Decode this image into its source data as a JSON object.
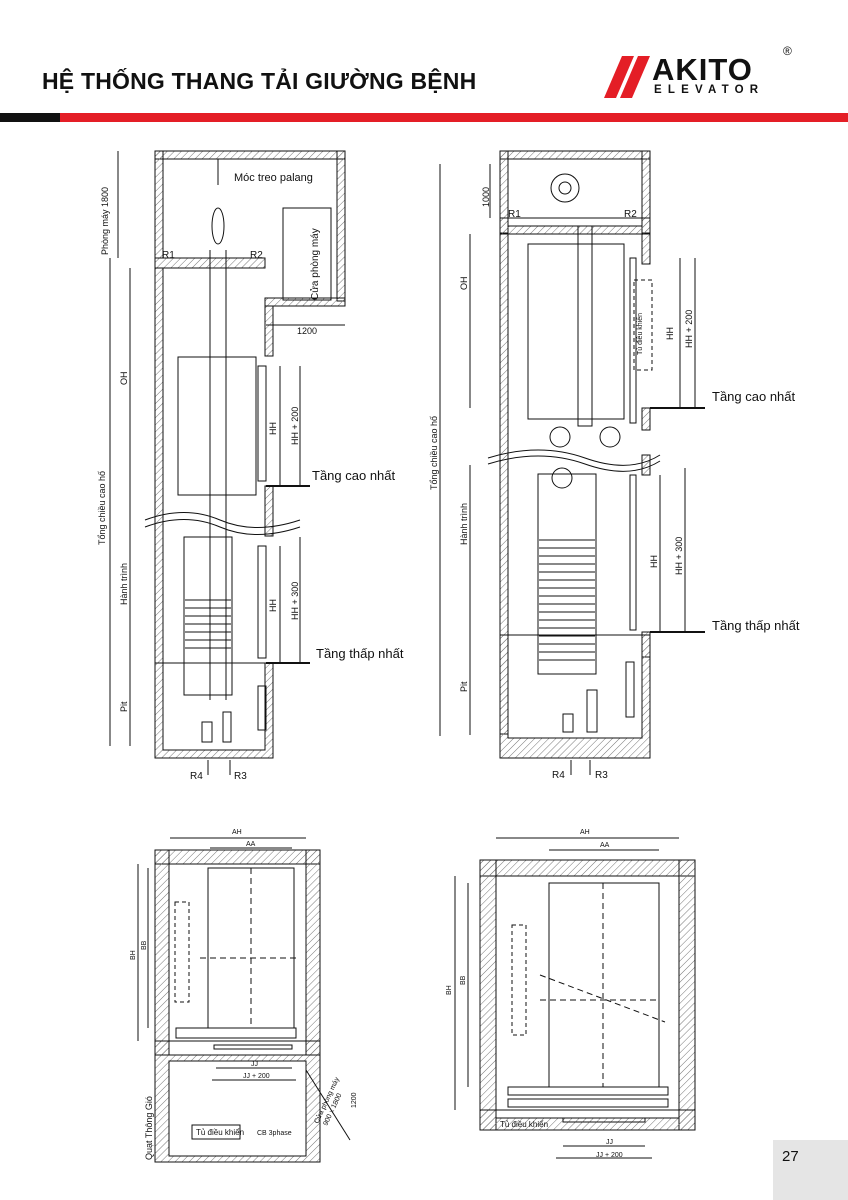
{
  "header": {
    "title": "HỆ THỐNG THANG TẢI GIƯỜNG BỆNH",
    "logo_word": "AKITO",
    "logo_sub": "ELEVATOR",
    "logo_mark": "®"
  },
  "colors": {
    "accent": "#e41e26",
    "ink": "#111111",
    "tab": "#e5e5e5"
  },
  "elevation_left": {
    "hook_label": "Móc treo palang",
    "machine_room_height": "Phòng máy 1800",
    "machine_room_door": "Cửa phòng máy",
    "door_width": "1200",
    "r1": "R1",
    "r2": "R2",
    "oh": "OH",
    "hh": "HH",
    "hh200": "HH + 200",
    "hh300": "HH + 300",
    "top_floor": "Tầng cao nhất",
    "bottom_floor": "Tầng thấp nhất",
    "total_height": "Tổng chiều cao hố",
    "travel": "Hành trình",
    "pit": "Pit",
    "r3": "R3",
    "r4": "R4"
  },
  "elevation_right": {
    "machine_height": "1000",
    "r1": "R1",
    "r2": "R2",
    "oh": "OH",
    "controller": "Tủ điều khiển",
    "hh": "HH",
    "hh200": "HH + 200",
    "hh300": "HH + 300",
    "top_floor": "Tầng cao nhất",
    "bottom_floor": "Tầng thấp nhất",
    "total_height": "Tổng chiều cao hố",
    "travel": "Hành trình",
    "pit": "Pit",
    "r3": "R3",
    "r4": "R4"
  },
  "plan_left": {
    "ah": "AH",
    "aa": "AA",
    "bh": "BH",
    "bb": "BB",
    "jj": "JJ",
    "jj200": "JJ + 200",
    "fan": "Quạt Thông Gió",
    "controller": "Tủ điều khiển",
    "cb": "CB 3phase",
    "room_door": "Cửa phòng máy",
    "door_size": "900 x 1800",
    "dim_1200": "1200"
  },
  "plan_right": {
    "ah": "AH",
    "aa": "AA",
    "bh": "BH",
    "bb": "BB",
    "jj": "JJ",
    "jj200": "JJ + 200",
    "controller": "Tủ điều khiển"
  },
  "footer": {
    "page_number": "27"
  }
}
